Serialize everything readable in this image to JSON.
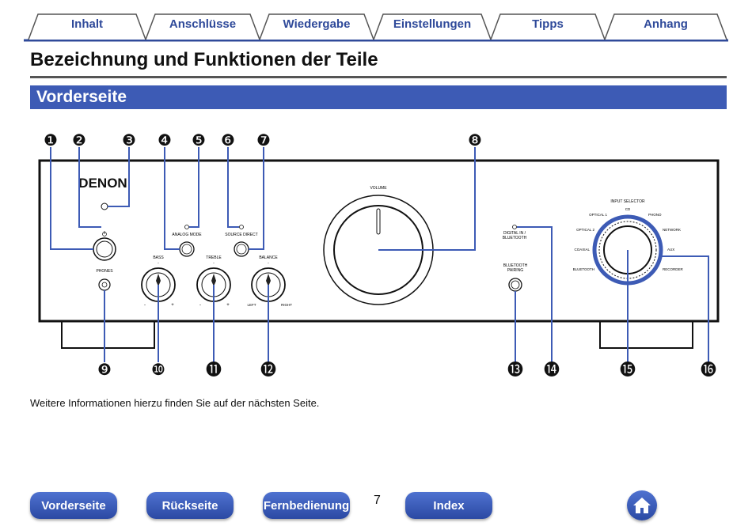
{
  "tabs": [
    "Inhalt",
    "Anschlüsse",
    "Wiedergabe",
    "Einstellungen",
    "Tipps",
    "Anhang"
  ],
  "page_title": "Bezeichnung und Funktionen der Teile",
  "section_title": "Vorderseite",
  "device": {
    "brand": "DENON",
    "labels": {
      "analog_mode": "ANALOG MODE",
      "source_direct": "SOURCE DIRECT",
      "phones": "PHONES",
      "bass": "BASS",
      "treble": "TREBLE",
      "balance": "BALANCE",
      "left": "LEFT",
      "right": "RIGHT",
      "volume": "VOLUME",
      "digital_in_1": "DIGITAL IN /",
      "digital_in_2": "BLUETOOTH",
      "bt_pairing_1": "BLUETOOTH",
      "bt_pairing_2": "PAIRING",
      "input_selector": "INPUT SELECTOR",
      "minus": "-",
      "plus": "+"
    },
    "inputs": {
      "cd": "CD",
      "optical1": "OPTICAL 1",
      "phono": "PHONO",
      "optical2": "OPTICAL 2",
      "network": "NETWORK",
      "coaxial": "COAXIAL",
      "aux": "AUX",
      "bluetooth": "BLUETOOTH",
      "recorder": "RECORDER"
    }
  },
  "callouts": [
    "❶",
    "❷",
    "❸",
    "❹",
    "❺",
    "❻",
    "❼",
    "❽",
    "❾",
    "❿",
    "⓫",
    "⓬",
    "⓭",
    "⓮",
    "⓯",
    "⓰"
  ],
  "footnote": "Weitere Informationen hierzu finden Sie auf der nächsten Seite.",
  "nav": {
    "front": "Vorderseite",
    "rear": "Rückseite",
    "remote": "Fernbedienung",
    "index": "Index"
  },
  "page_number": "7",
  "colors": {
    "tab_text": "#2f4a9a",
    "section_bar": "#3d5bb5",
    "button": "#3555b8"
  },
  "icons": {
    "home": "home-icon"
  }
}
